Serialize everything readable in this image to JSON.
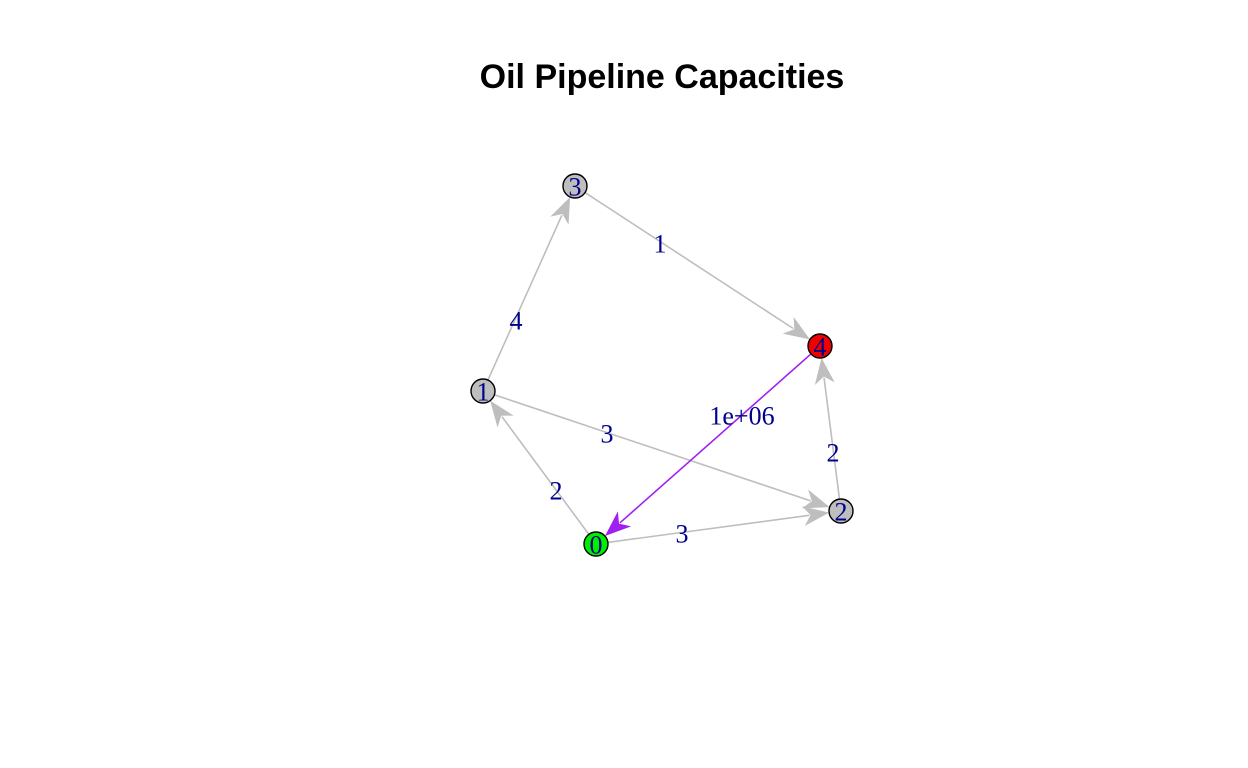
{
  "title": "Oil Pipeline Capacities",
  "graph": {
    "nodes": [
      {
        "id": "0",
        "label": "0",
        "color": "#00ee00"
      },
      {
        "id": "1",
        "label": "1",
        "color": "#bebebe"
      },
      {
        "id": "2",
        "label": "2",
        "color": "#bebebe"
      },
      {
        "id": "3",
        "label": "3",
        "color": "#bebebe"
      },
      {
        "id": "4",
        "label": "4",
        "color": "#ee0000"
      }
    ],
    "edges": [
      {
        "from": "0",
        "to": "1",
        "label": "2",
        "color": "#bebebe"
      },
      {
        "from": "0",
        "to": "2",
        "label": "3",
        "color": "#bebebe"
      },
      {
        "from": "1",
        "to": "2",
        "label": "3",
        "color": "#bebebe"
      },
      {
        "from": "1",
        "to": "3",
        "label": "4",
        "color": "#bebebe"
      },
      {
        "from": "2",
        "to": "4",
        "label": "2",
        "color": "#bebebe"
      },
      {
        "from": "3",
        "to": "4",
        "label": "1",
        "color": "#bebebe"
      },
      {
        "from": "4",
        "to": "0",
        "label": "1e+06",
        "color": "#a020f0"
      }
    ]
  }
}
